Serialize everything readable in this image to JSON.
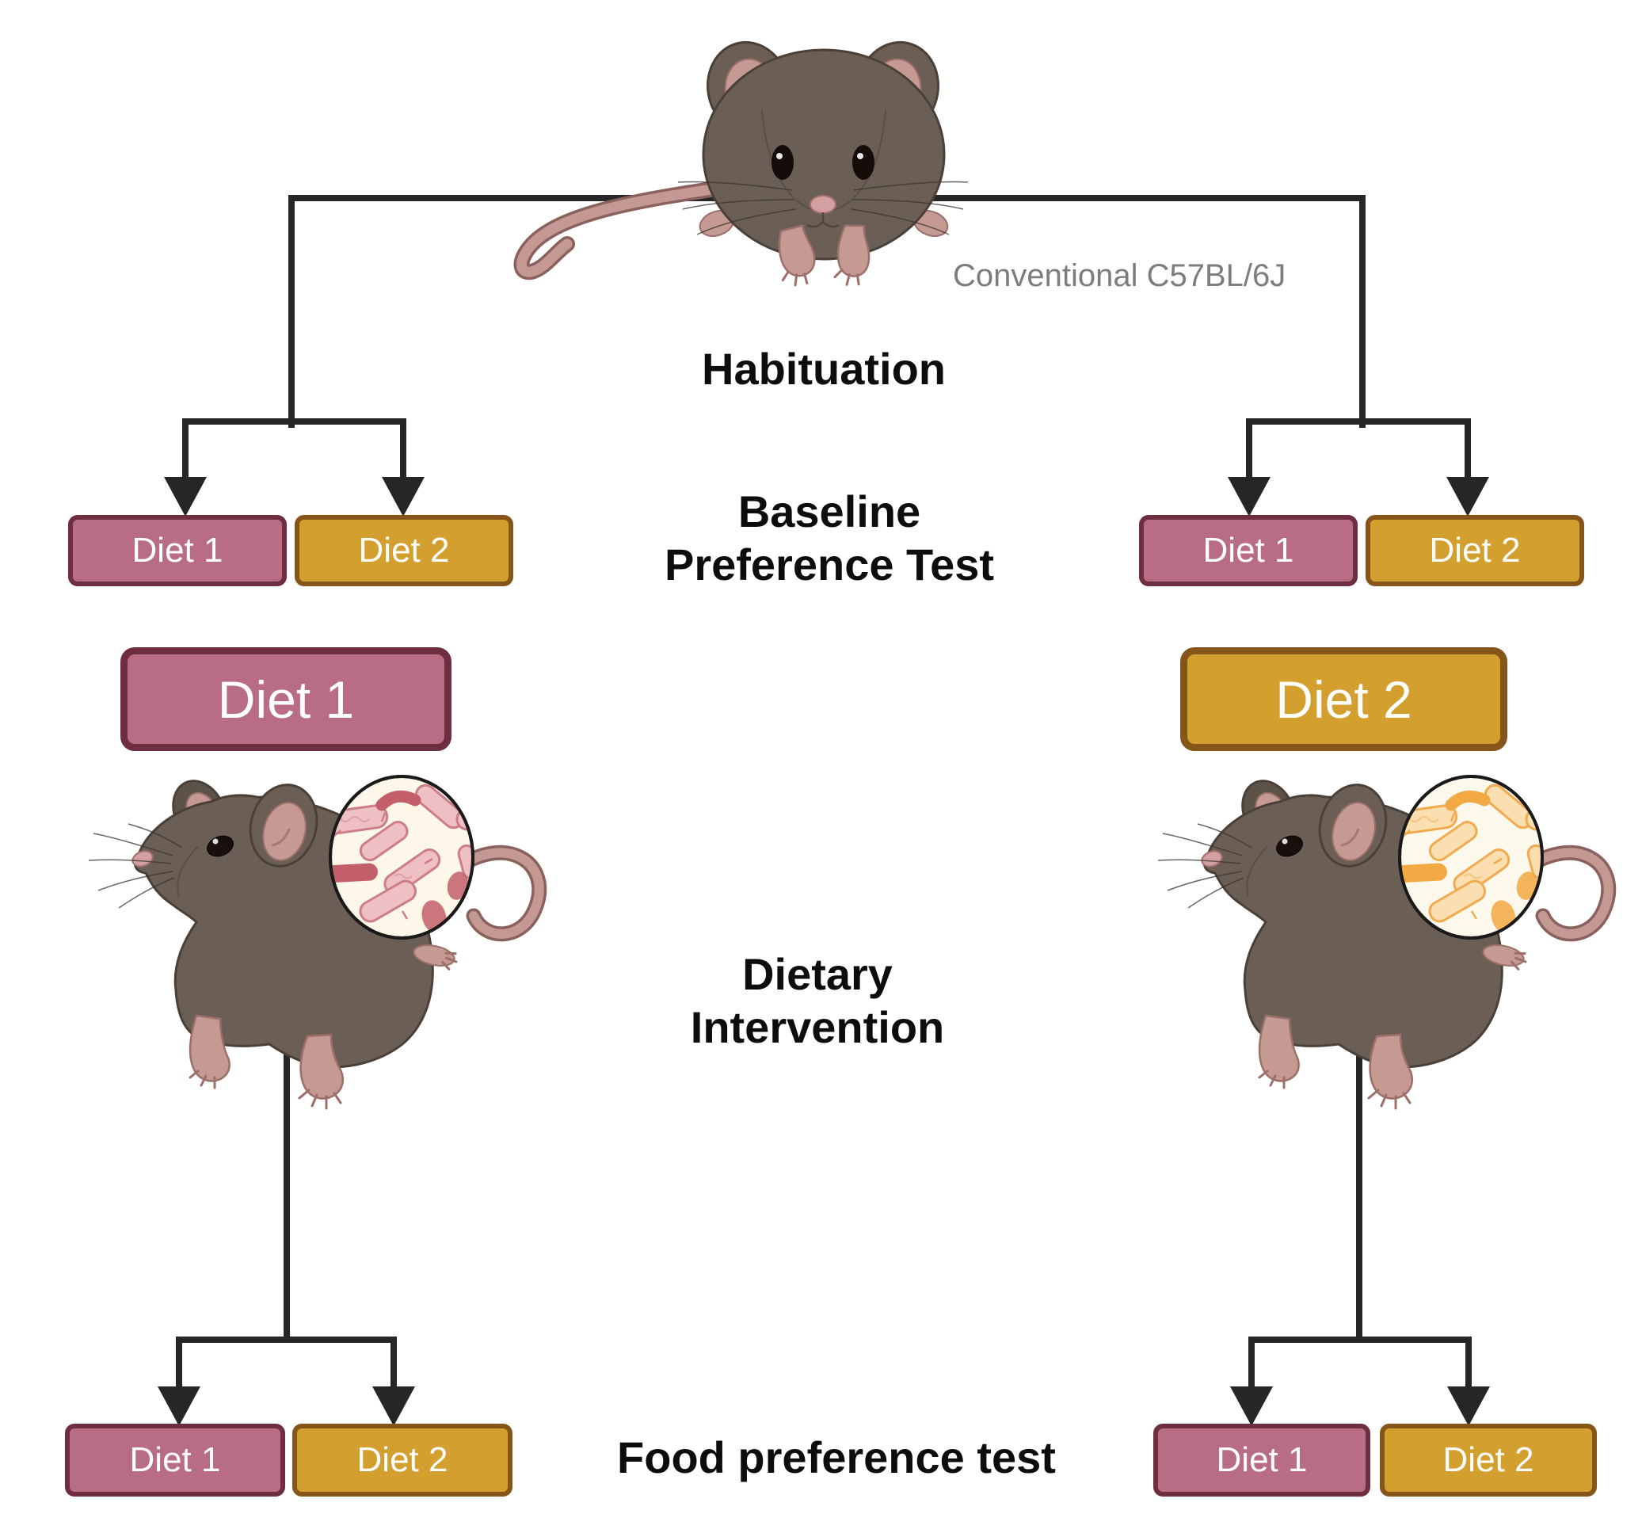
{
  "figure": {
    "strain_label": "Conventional C57BL/6J",
    "stages": {
      "habituation": "Habituation",
      "baseline": "Baseline\nPreference Test",
      "intervention": "Dietary\nIntervention",
      "food_preference": "Food preference test"
    },
    "diets": {
      "diet1": "Diet 1",
      "diet2": "Diet 2"
    },
    "colors": {
      "diet1_fill": "#b86d84",
      "diet1_border": "#6f2d40",
      "diet2_fill": "#d3a02f",
      "diet2_border": "#86551a",
      "connector": "#262626",
      "strain_text": "#7d7d7d",
      "diet1_microbiota_accent": "#c25f68",
      "diet2_microbiota_accent": "#f2a843",
      "microbiota_circle_bg": "#fcf7e8",
      "mouse_body": "#6b5f55",
      "mouse_pink": "#c59a93"
    }
  }
}
